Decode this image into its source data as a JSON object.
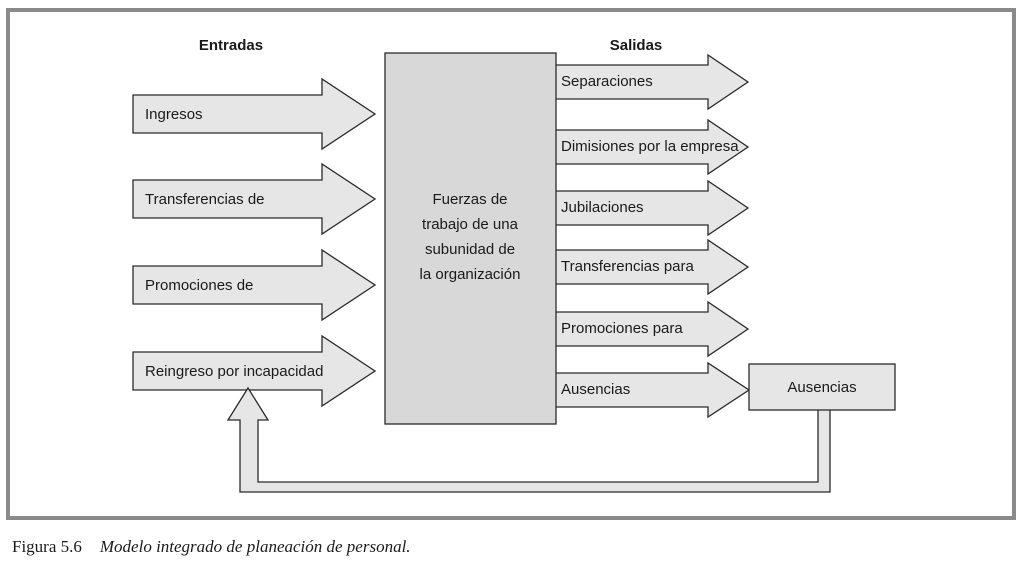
{
  "headings": {
    "inputs": "Entradas",
    "outputs": "Salidas"
  },
  "inputs": [
    "Ingresos",
    "Transferencias de",
    "Promociones de",
    "Reingreso por incapacidad"
  ],
  "center": {
    "lines": [
      "Fuerzas de",
      "trabajo de una",
      "subunidad de",
      "la organización"
    ]
  },
  "outputs": [
    "Separaciones",
    "Dimisiones por la empresa",
    "Jubilaciones",
    "Transferencias para",
    "Promociones para",
    "Ausencias"
  ],
  "absence_box": "Ausencias",
  "caption": {
    "number": "Figura 5.6",
    "title": "Modelo integrado de planeación de personal."
  }
}
